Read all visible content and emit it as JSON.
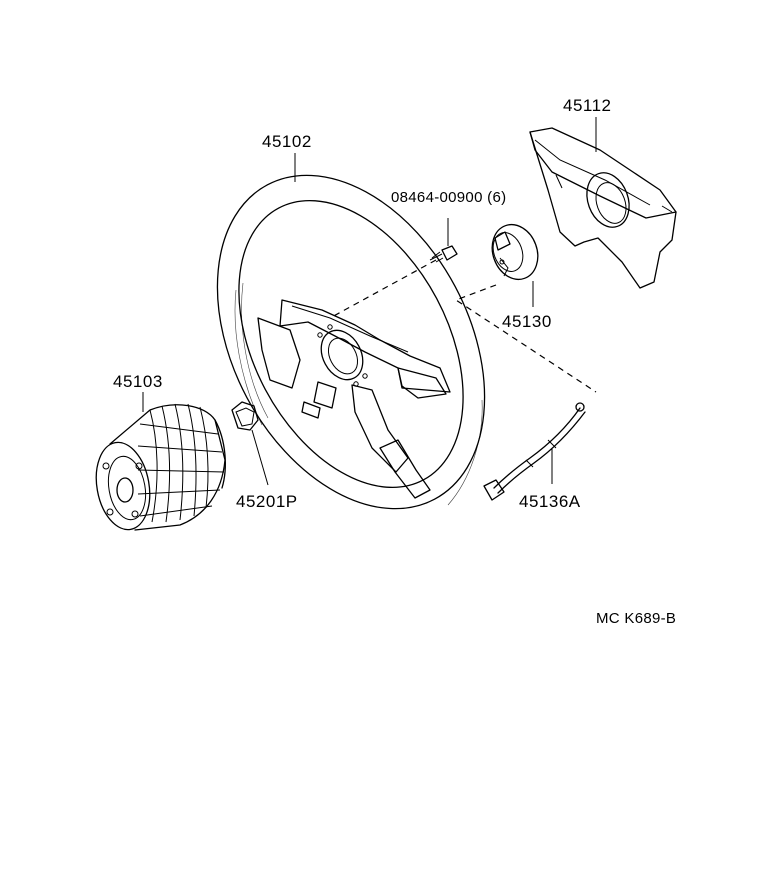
{
  "parts": {
    "wheel": "45102",
    "pad": "45112",
    "cancel_cam": "45130",
    "bolt": "08464-00900 (6)",
    "hub": "45103",
    "nut": "45201P",
    "harness": "45136A"
  },
  "diagram_code": "MC K689-B"
}
